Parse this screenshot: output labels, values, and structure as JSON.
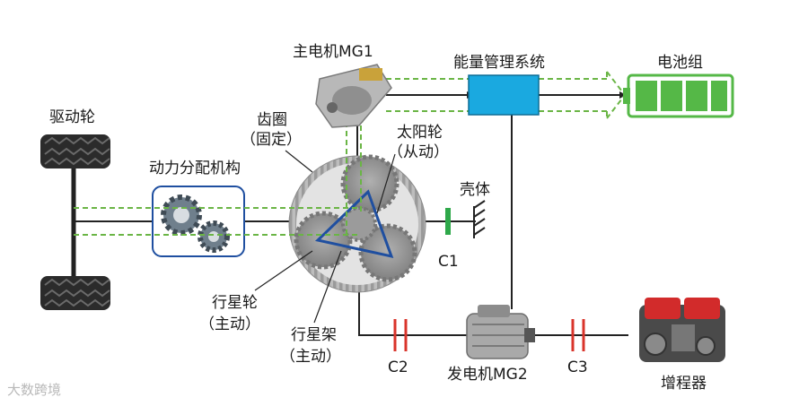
{
  "labels": {
    "drive_wheel": "驱动轮",
    "power_split": "动力分配机构",
    "main_motor": "主电机MG1",
    "energy_mgmt": "能量管理系统",
    "battery": "电池组",
    "ring_gear": "齿圈",
    "ring_gear_note": "（固定）",
    "sun_gear": "太阳轮",
    "sun_gear_note": "（从动）",
    "housing": "壳体",
    "c1": "C1",
    "c2": "C2",
    "c3": "C3",
    "planet_gear": "行星轮",
    "planet_gear_note": "（主动）",
    "carrier": "行星架",
    "carrier_note": "（主动）",
    "generator": "发电机MG2",
    "range_extender": "增程器"
  },
  "watermark": "大数跨境",
  "colors": {
    "energy_flow": "#6ab545",
    "clutch": "#d9342b",
    "c1_clutch": "#2ea84a",
    "ems_box": "#1aa9e0",
    "battery_cell": "#55b847",
    "carrier_frame": "#1f4fa0",
    "line": "#222222"
  },
  "icons": {
    "wheel": "tire-icon",
    "gears": "gears-icon",
    "motor": "motor-icon",
    "engine": "engine-icon",
    "battery": "battery-icon"
  }
}
